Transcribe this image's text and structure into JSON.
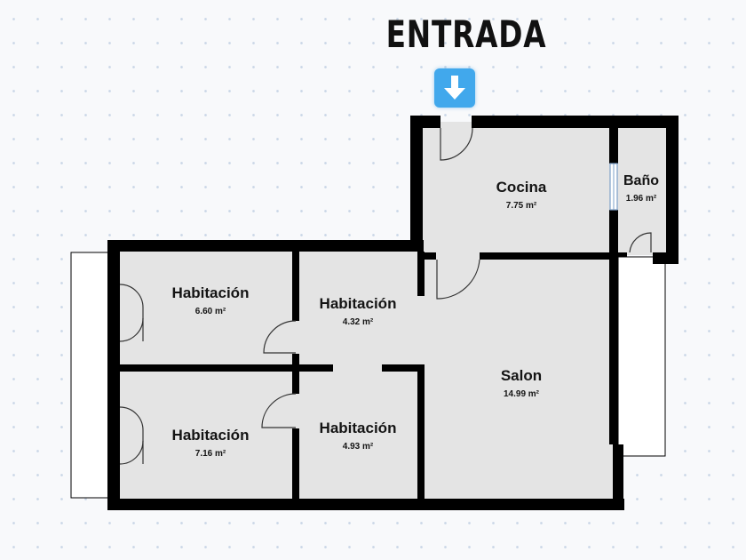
{
  "title": "ENTRADA",
  "entry_icon": "arrow-down-icon",
  "colors": {
    "wall": "#000000",
    "floor": "#e4e4e4",
    "entry_icon_bg": "#41a8ec",
    "background": "#f8f9fb"
  },
  "rooms": [
    {
      "id": "cocina",
      "name": "Cocina",
      "area": "7.75 m²"
    },
    {
      "id": "bano",
      "name": "Baño",
      "area": "1.96 m²"
    },
    {
      "id": "habitacion-top-left",
      "name": "Habitación",
      "area": "6.60 m²"
    },
    {
      "id": "habitacion-top-center",
      "name": "Habitación",
      "area": "4.32 m²"
    },
    {
      "id": "salon",
      "name": "Salon",
      "area": "14.99 m²"
    },
    {
      "id": "habitacion-bottom-left",
      "name": "Habitación",
      "area": "7.16 m²"
    },
    {
      "id": "habitacion-bottom-center",
      "name": "Habitación",
      "area": "4.93 m²"
    }
  ]
}
